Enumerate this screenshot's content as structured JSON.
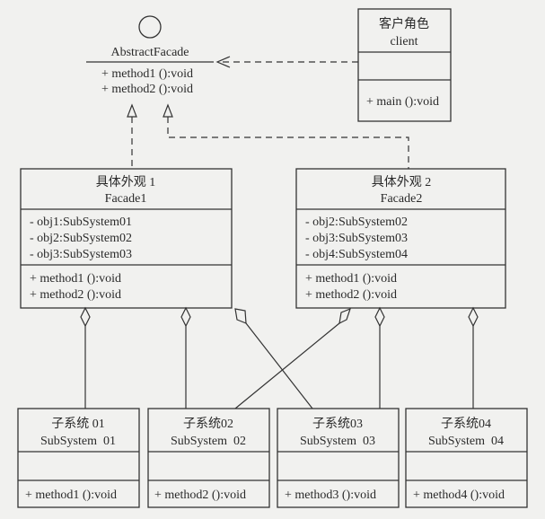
{
  "interface": {
    "name": "AbstractFacade",
    "methods": [
      "+ method1 ():void",
      "+ method2 ():void"
    ]
  },
  "client": {
    "title_cn": "客户角色",
    "title": "client",
    "methods": [
      "+ main ():void"
    ]
  },
  "facades": [
    {
      "title_cn": "具体外观 1",
      "title": "Facade1",
      "attributes": [
        "- obj1:SubSystem01",
        "- obj2:SubSystem02",
        "- obj3:SubSystem03"
      ],
      "methods": [
        "+ method1 ():void",
        "+ method2 ():void"
      ]
    },
    {
      "title_cn": "具体外观 2",
      "title": "Facade2",
      "attributes": [
        "- obj2:SubSystem02",
        "- obj3:SubSystem03",
        "- obj4:SubSystem04"
      ],
      "methods": [
        "+ method1 ():void",
        "+ method2 ():void"
      ]
    }
  ],
  "subsystems": [
    {
      "title_cn": "子系统 01",
      "title": "SubSystem  01",
      "method": "+ method1 ():void"
    },
    {
      "title_cn": "子系统02",
      "title": "SubSystem  02",
      "method": "+ method2 ():void"
    },
    {
      "title_cn": "子系统03",
      "title": "SubSystem  03",
      "method": "+ method3 ():void"
    },
    {
      "title_cn": "子系统04",
      "title": "SubSystem  04",
      "method": "+ method4 ():void"
    }
  ]
}
